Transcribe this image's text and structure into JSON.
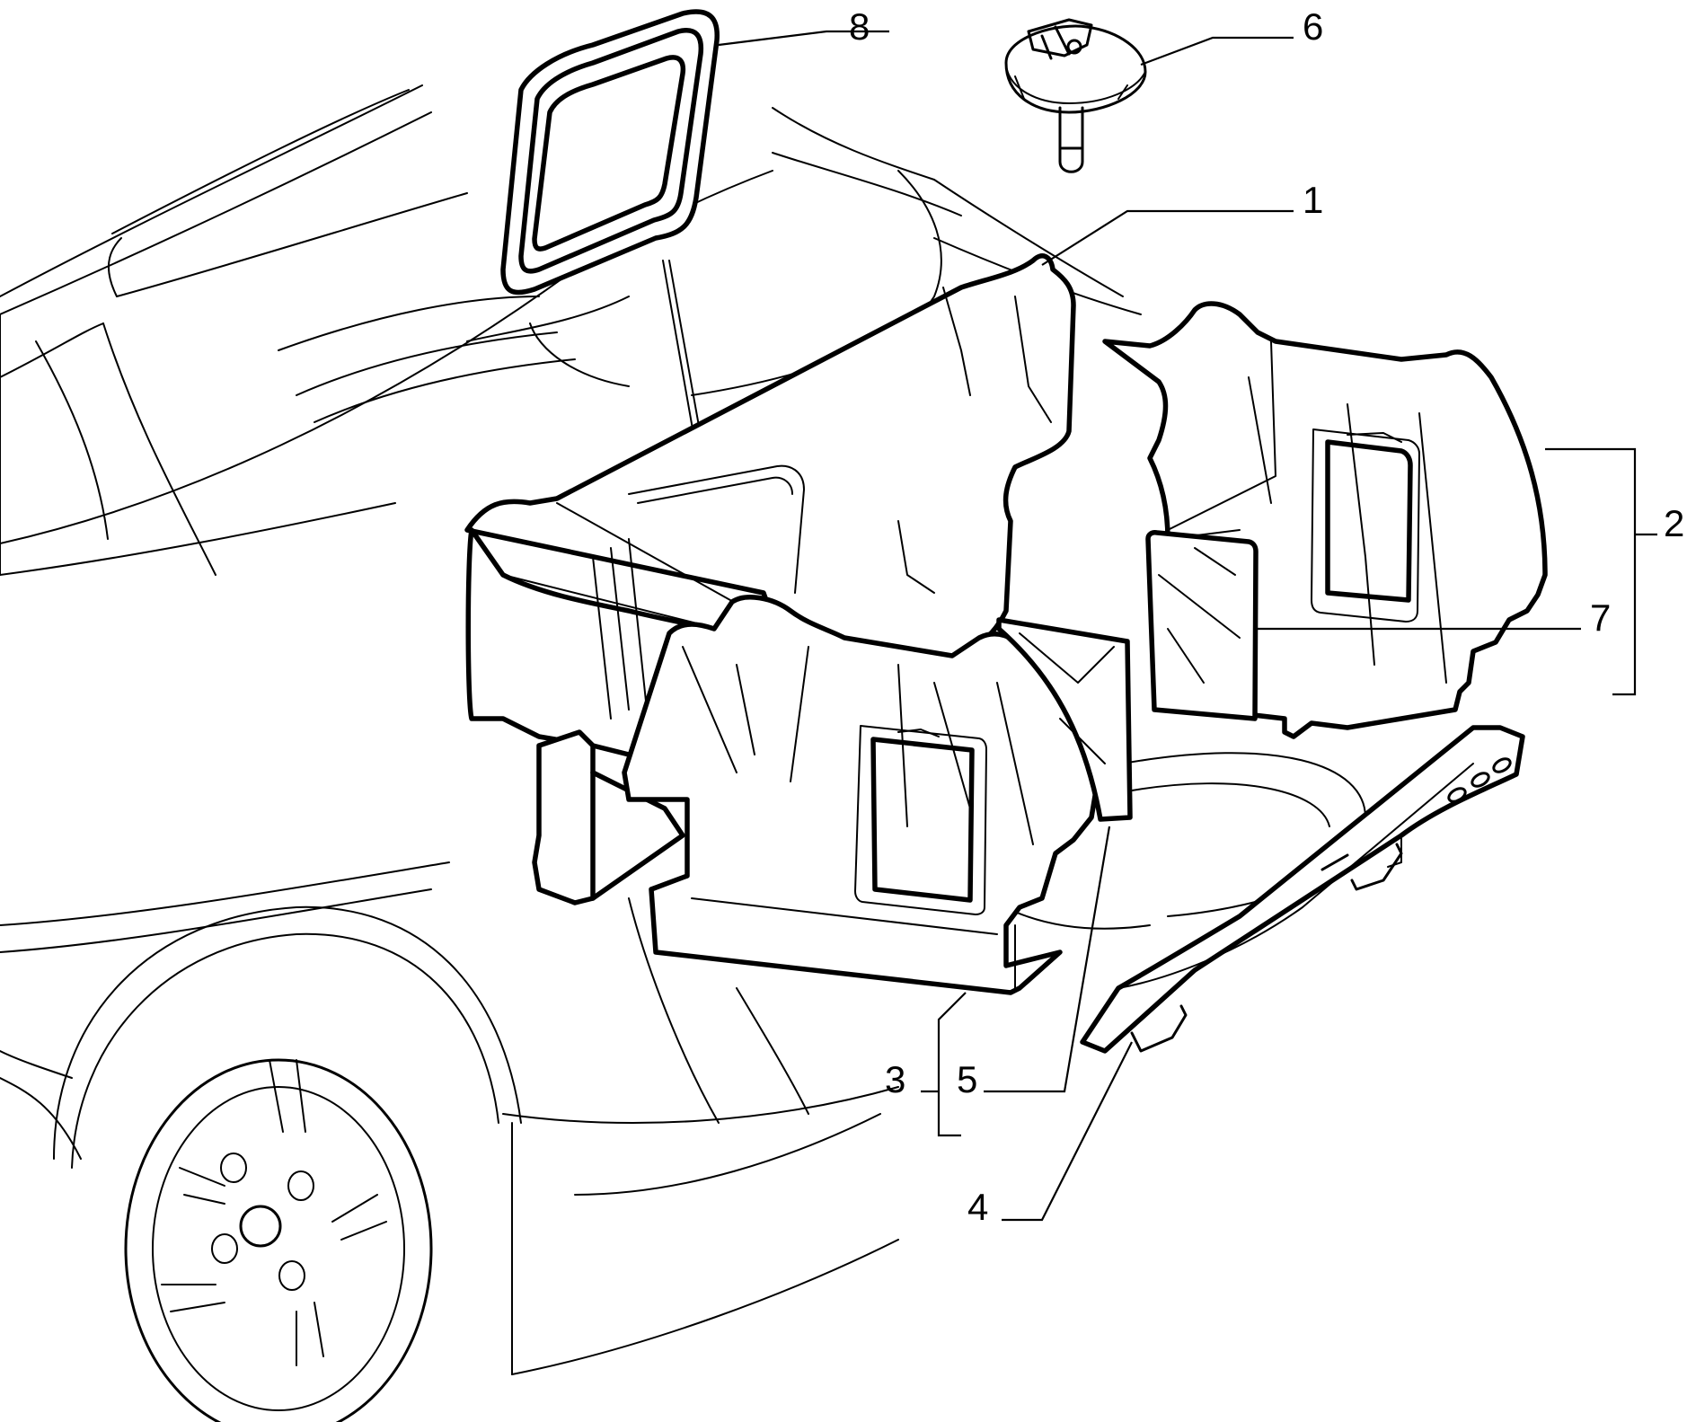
{
  "diagram": {
    "parts": [
      {
        "id": "part-1",
        "label": "1"
      },
      {
        "id": "part-2",
        "label": "2"
      },
      {
        "id": "part-3",
        "label": "3"
      },
      {
        "id": "part-4",
        "label": "4"
      },
      {
        "id": "part-5",
        "label": "5"
      },
      {
        "id": "part-6",
        "label": "6"
      },
      {
        "id": "part-7",
        "label": "7"
      },
      {
        "id": "part-8",
        "label": "8"
      }
    ],
    "colors": {
      "line": "#000000",
      "background": "#ffffff"
    }
  }
}
